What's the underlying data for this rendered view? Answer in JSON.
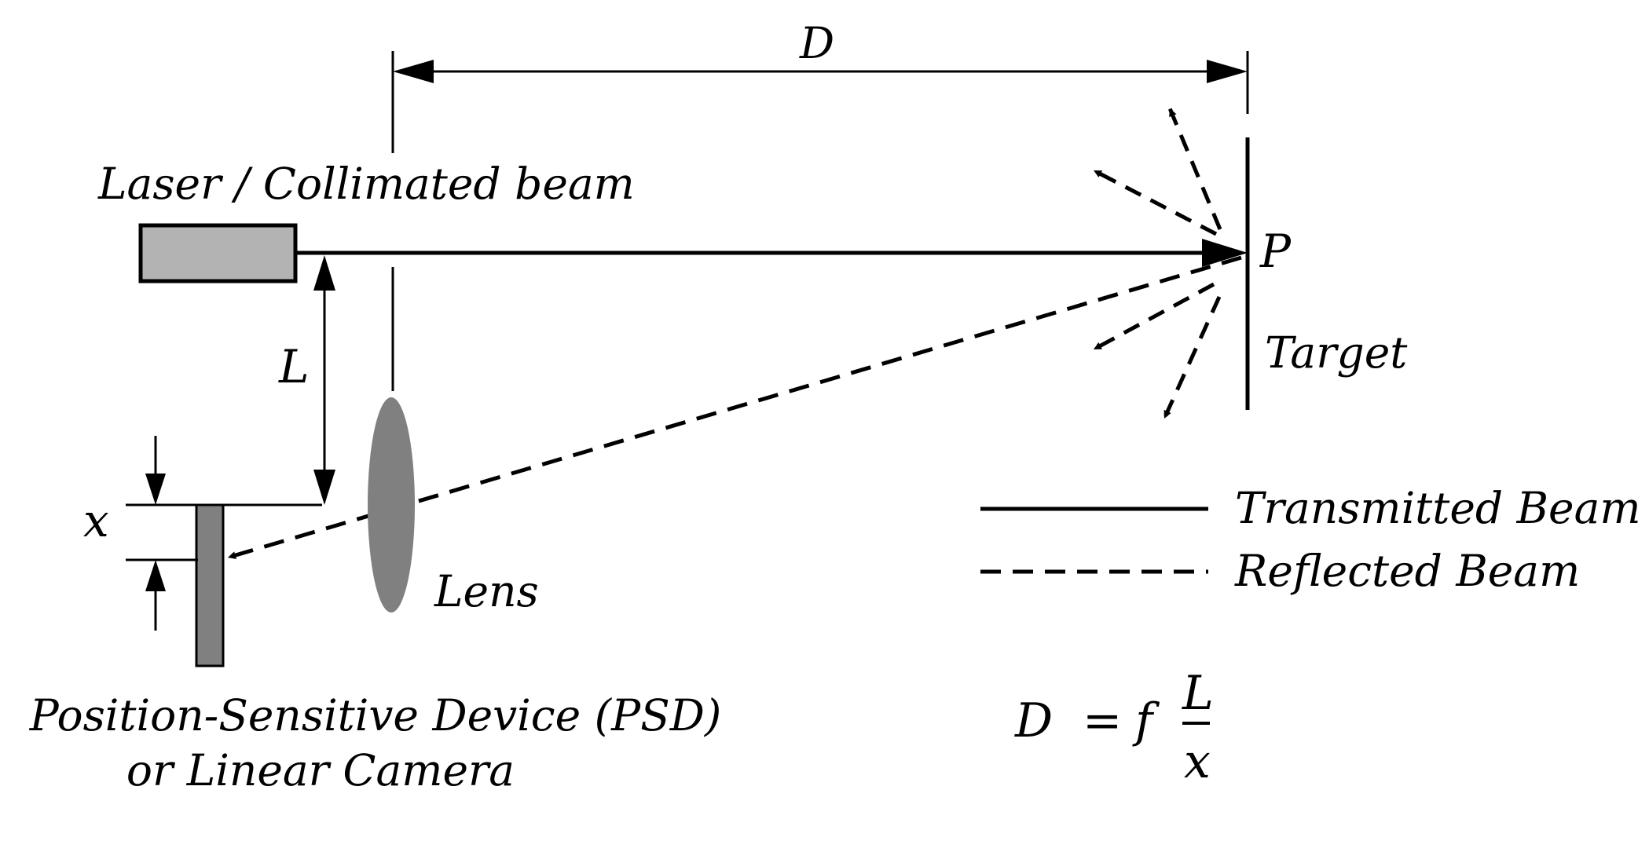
{
  "labels": {
    "distance_symbol": "D",
    "source": "Laser / Collimated beam",
    "point": "P",
    "target": "Target",
    "baseline_symbol": "L",
    "offset_symbol": "x",
    "lens": "Lens",
    "detector_line1": "Position-Sensitive Device (PSD)",
    "detector_line2": "or Linear Camera"
  },
  "legend": {
    "transmitted": "Transmitted Beam",
    "reflected": "Reflected Beam"
  },
  "equation": {
    "lhs": "D",
    "equals": "=",
    "factor": "f",
    "numerator": "L",
    "denominator": "x"
  },
  "colors": {
    "laser_body": "#b3b3b3",
    "lens": "#808080",
    "detector": "#808080",
    "ink": "#000000"
  }
}
